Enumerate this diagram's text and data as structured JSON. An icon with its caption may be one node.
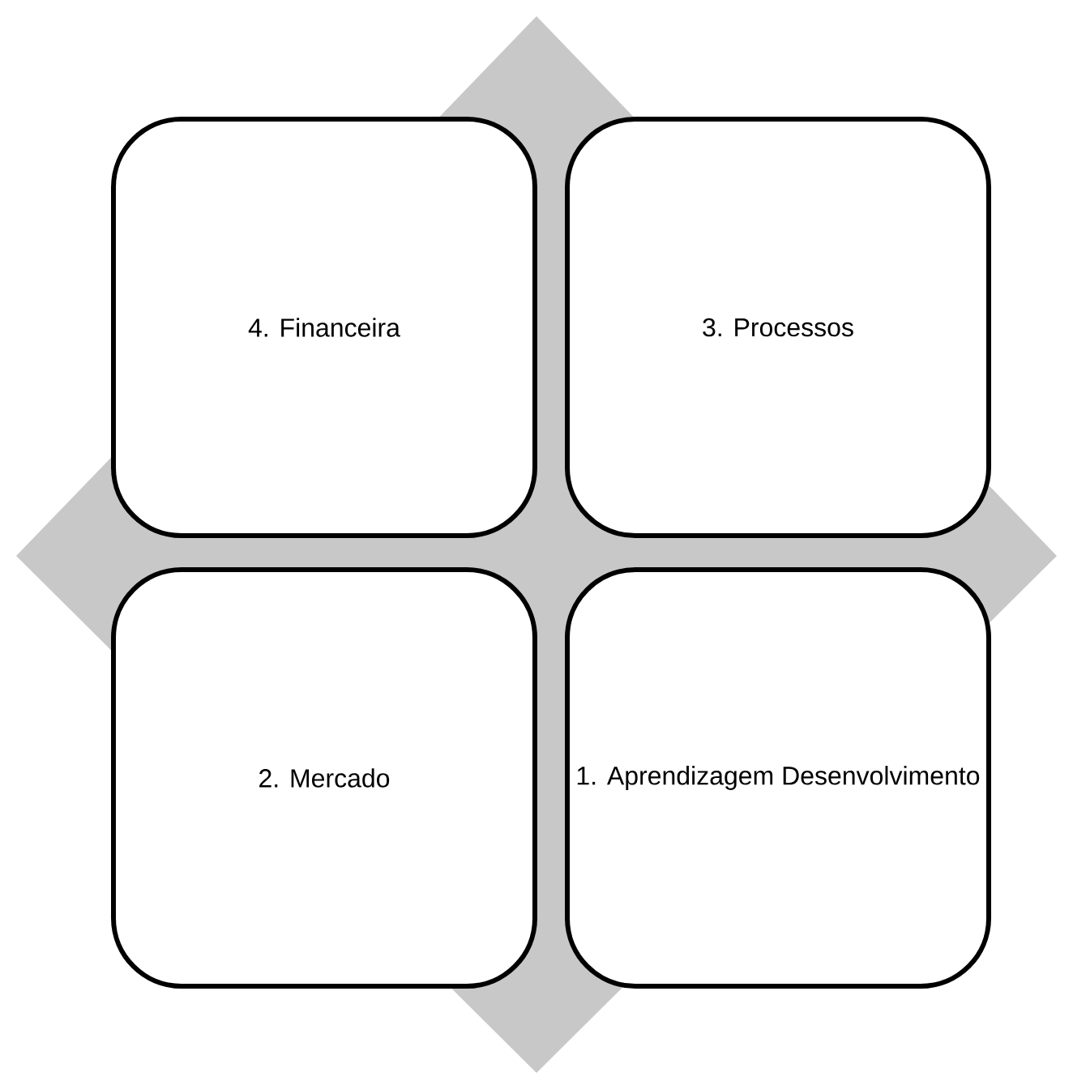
{
  "diagram": {
    "nodes": [
      {
        "text": [
          "4. Financeira"
        ]
      },
      {
        "text": [
          "3. Processos"
        ]
      },
      {
        "text": [
          "2. Mercado"
        ]
      },
      {
        "text": [
          "1. Aprendizagem Desenvolvimento"
        ]
      }
    ]
  }
}
